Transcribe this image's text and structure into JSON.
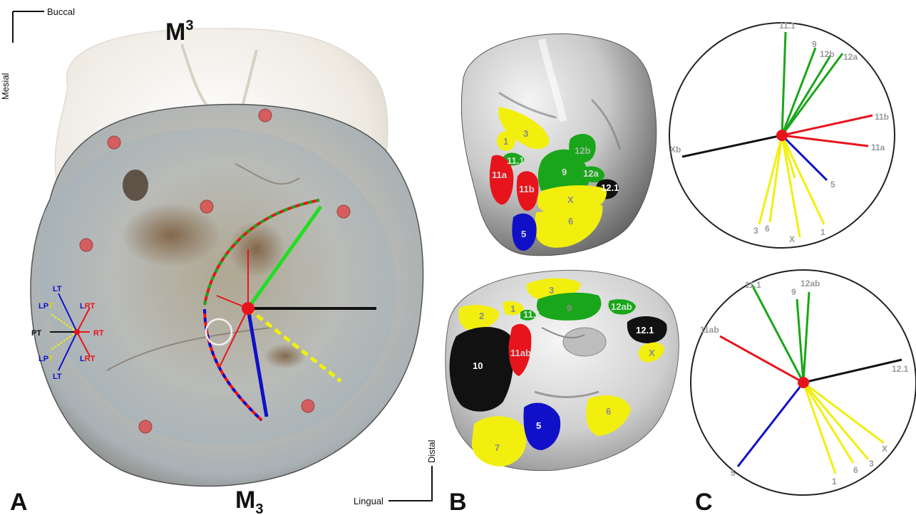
{
  "panels": {
    "a": "A",
    "b": "B",
    "c": "C"
  },
  "titles": {
    "upper": "M",
    "upper_sup": "3",
    "lower": "M",
    "lower_sub": "3"
  },
  "orientation": {
    "buccal": "Buccal",
    "mesial": "Mesial",
    "lingual": "Lingual",
    "distal": "Distal"
  },
  "legend_a": {
    "lt_top": "LT",
    "lpt_top_lp": "LP",
    "lpt_top_t": "T",
    "lrt_top_l": "L",
    "lrt_top_rt": "RT",
    "pt": "PT",
    "rt": "RT",
    "lpt_bot_lp": "LP",
    "lpt_bot_t": "T",
    "lrt_bot_l": "L",
    "lrt_bot_rt": "RT",
    "lt_bot": "LT"
  },
  "upper_regions": {
    "r1": "1",
    "r3": "3",
    "r11_1": "11.1",
    "r11a": "11a",
    "r11b": "11b",
    "r9": "9",
    "r12b": "12b",
    "r12a": "12a",
    "r12_1": "12.1",
    "rX": "X",
    "r6": "6",
    "r5": "5"
  },
  "lower_regions": {
    "r2": "2",
    "r1": "1",
    "r3": "3",
    "r11_1": "11.1",
    "r9": "9",
    "r12ab": "12ab",
    "r12_1": "12.1",
    "r10": "10",
    "r11ab": "11ab",
    "rX": "X",
    "r7": "7",
    "r5": "5",
    "r6": "6"
  },
  "rose_upper": {
    "l11_1": "11.1",
    "l9": "9",
    "l12b": "12b",
    "l12a": "12a",
    "l11b": "11b",
    "l11a": "11a",
    "lXb": "Xb",
    "l5": "5",
    "l3": "3",
    "l6": "6",
    "lX": "X",
    "l1": "1"
  },
  "rose_lower": {
    "l11_1": "11.1",
    "l9": "9",
    "l12ab": "12ab",
    "l11ab": "11ab",
    "l12_1": "12.1",
    "l5": "5",
    "l1": "1",
    "l6": "6",
    "l3": "3",
    "lX": "X"
  },
  "colors": {
    "red": "#e8141b",
    "green": "#1aa61a",
    "yellow": "#f2ef0e",
    "blue": "#1010c8",
    "black": "#111111",
    "label_gray": "#9a9a9a"
  }
}
